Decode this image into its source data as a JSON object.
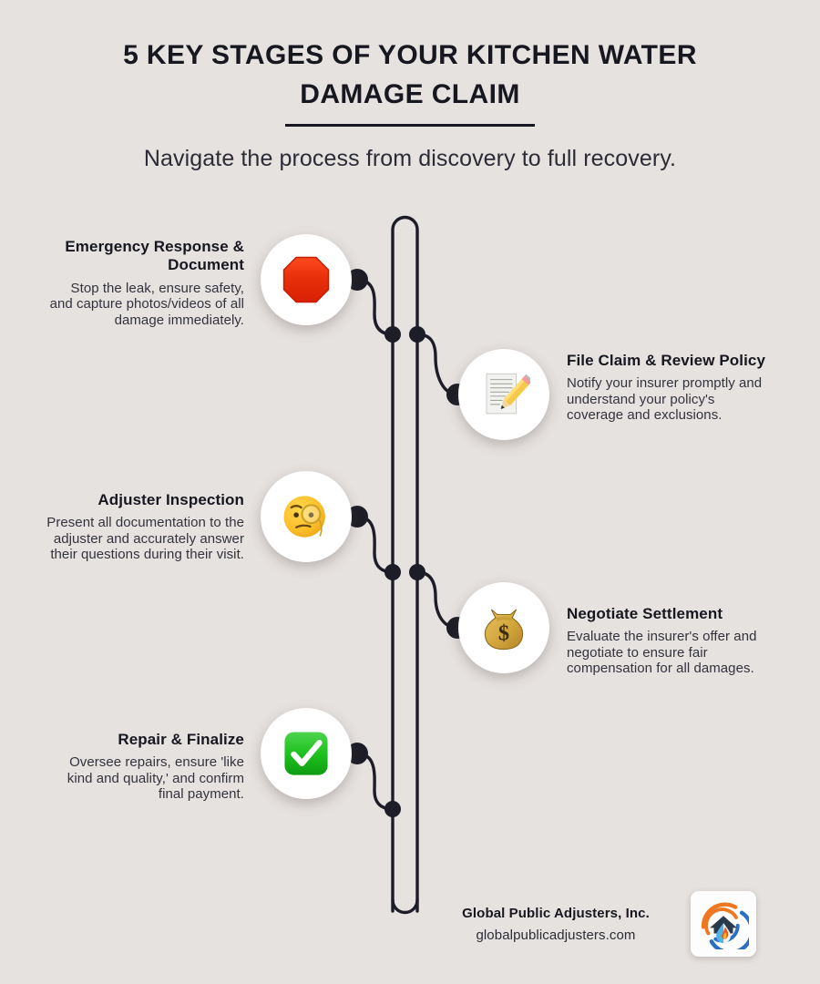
{
  "header": {
    "title": "5 KEY STAGES OF YOUR KITCHEN WATER DAMAGE CLAIM",
    "subtitle": "Navigate the process from discovery to full recovery."
  },
  "theme": {
    "background": "#E6E2E0",
    "ink": "#17171f",
    "body_text": "#33333d",
    "circle_fill": "#ffffff",
    "connector": "#1d1d27",
    "logo_blue": "#2b6fc2",
    "logo_orange": "#ef7721"
  },
  "stages": [
    {
      "index": 1,
      "side": "left",
      "icon": "stop-sign-icon",
      "icon_glyph": "octagon",
      "title": "Emergency Response & Document",
      "description": "Stop the leak, ensure safety, and capture photos/videos of all damage immediately."
    },
    {
      "index": 2,
      "side": "right",
      "icon": "memo-pencil-icon",
      "icon_glyph": "memo",
      "title": "File Claim & Review Policy",
      "description": "Notify your insurer promptly and understand your policy's coverage and exclusions."
    },
    {
      "index": 3,
      "side": "left",
      "icon": "monocle-face-icon",
      "icon_glyph": "monocle",
      "title": "Adjuster Inspection",
      "description": "Present all documentation to the adjuster and accurately answer their questions during their visit."
    },
    {
      "index": 4,
      "side": "right",
      "icon": "money-bag-icon",
      "icon_glyph": "moneybag",
      "title": "Negotiate Settlement",
      "description": "Evaluate the insurer's offer and negotiate to ensure fair compensation for all damages."
    },
    {
      "index": 5,
      "side": "left",
      "icon": "check-mark-icon",
      "icon_glyph": "checkmark",
      "title": "Repair & Finalize",
      "description": "Oversee repairs, ensure 'like kind and quality,' and confirm final payment."
    }
  ],
  "footer": {
    "company": "Global Public Adjusters, Inc.",
    "website": "globalpublicadjusters.com",
    "logo": "company-logo-house-water-fire"
  }
}
